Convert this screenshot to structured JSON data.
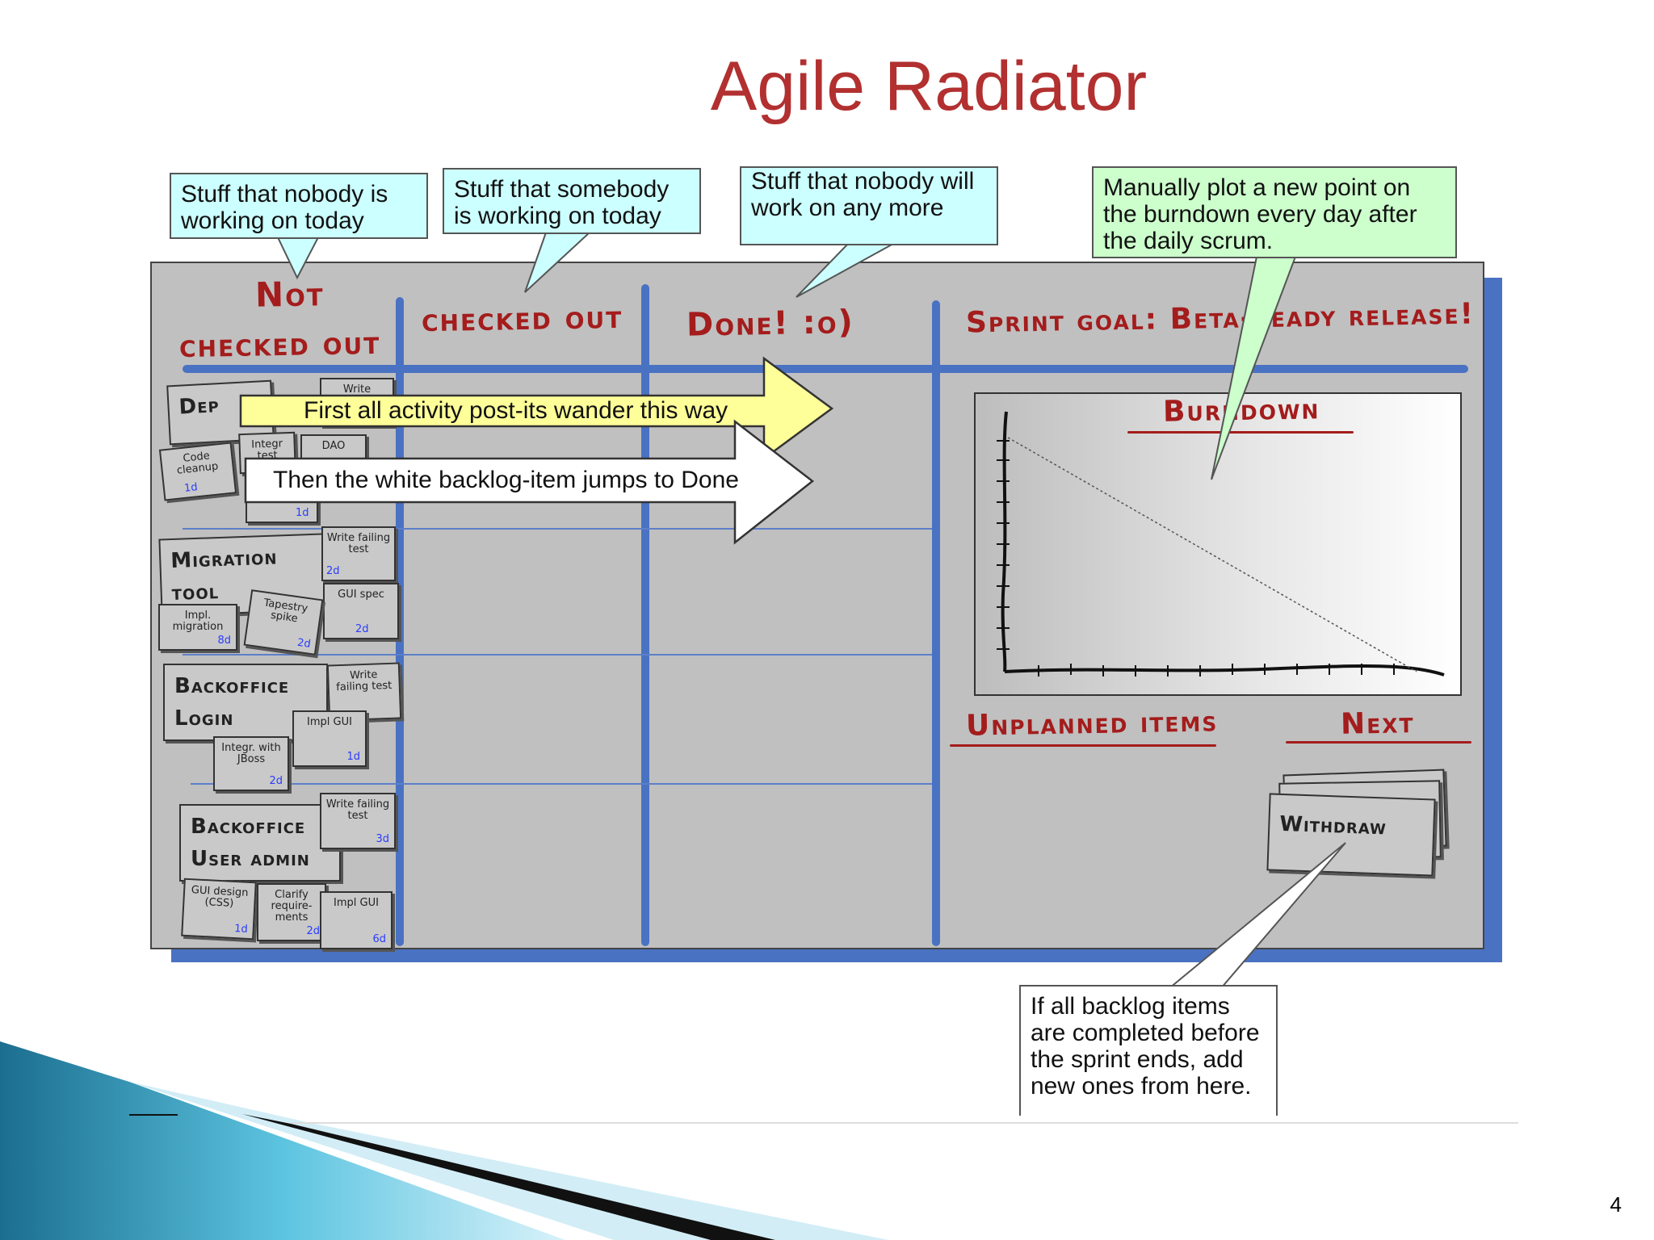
{
  "slide": {
    "title": "Agile Radiator",
    "page_number": "4"
  },
  "callouts": {
    "not_checked_out": "Stuff that nobody is working on today",
    "checked_out": "Stuff that somebody is working on today",
    "done": "Stuff that nobody will work on any more",
    "burndown": "Manually plot a new point on the burndown every day after the daily scrum.",
    "next": "If all backlog items are completed before the sprint ends, add new ones from here."
  },
  "board": {
    "col_not_checked_out_1": "Not",
    "col_not_checked_out_2": "checked out",
    "col_checked_out": "checked out",
    "col_done": "Done! :o)",
    "sprint_goal": "Sprint goal: Beta-ready release!",
    "burndown_title": "Burndown",
    "unplanned": "Unplanned items",
    "next": "Next",
    "next_card": "Withdraw"
  },
  "arrows": {
    "yellow": "First all activity post-its wander this way",
    "white": "Then the white backlog-item jumps to Done"
  },
  "stories": [
    {
      "title": "Dep",
      "tasks": [
        {
          "label": "Write",
          "est": ""
        },
        {
          "label": "Integr test",
          "est": ""
        },
        {
          "label": "DAO",
          "est": ""
        },
        {
          "label": "Code cleanup",
          "est": "1d"
        },
        {
          "label": "",
          "est": "1d"
        }
      ]
    },
    {
      "title": "Migration tool",
      "tasks": [
        {
          "label": "Write failing test",
          "est": "2d"
        },
        {
          "label": "GUI spec",
          "est": "2d"
        },
        {
          "label": "Impl. migration",
          "est": "8d"
        },
        {
          "label": "Tapestry spike",
          "est": "2d"
        }
      ]
    },
    {
      "title": "Backoffice Login",
      "tasks": [
        {
          "label": "Write failing test",
          "est": ""
        },
        {
          "label": "Impl GUI",
          "est": "1d"
        },
        {
          "label": "Integr. with JBoss",
          "est": "2d"
        }
      ]
    },
    {
      "title": "Backoffice User admin",
      "tasks": [
        {
          "label": "Write failing test",
          "est": "3d"
        },
        {
          "label": "GUI design (CSS)",
          "est": "1d"
        },
        {
          "label": "Clarify require-ments",
          "est": "2d"
        },
        {
          "label": "Impl GUI",
          "est": "6d"
        }
      ]
    }
  ],
  "colors": {
    "title": "#b23030",
    "board": "#c0c0c0",
    "board_lines": "#4a72c2",
    "handwriting": "#a41c1c",
    "callout_cyan": "#ccffff",
    "callout_green": "#ccffcc",
    "yellow_arrow": "#ffff99"
  }
}
